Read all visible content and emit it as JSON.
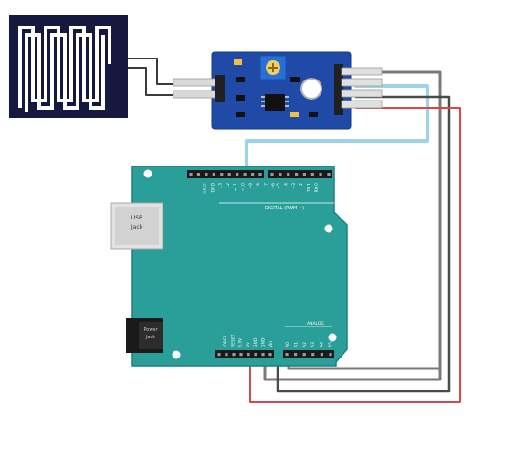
{
  "board": {
    "usb_label_1": "USB",
    "usb_label_2": "Jack",
    "power_label_1": "Power",
    "power_label_2": "Jack",
    "digital_header_text": "DIGITAL (PWM ~)",
    "analog_header_text": "ANALOG",
    "top_pin_labels": [
      "AREF",
      "GND",
      "13",
      "12",
      "~11",
      "~10",
      "~9",
      "8",
      "7",
      "~6",
      "~5",
      "4",
      "~3",
      "2",
      "TX 1",
      "RX 0"
    ],
    "power_pin_labels": [
      "IOREF",
      "RESET",
      "3.3V",
      "5V",
      "GND",
      "GND",
      "Vin"
    ],
    "analog_pin_labels": [
      "A0",
      "A1",
      "A2",
      "A3",
      "A4",
      "A5"
    ]
  },
  "colors": {
    "board": "#2a9e99",
    "board_edge": "#1f7f7b",
    "module": "#1f4aa8",
    "sensor_plate": "#15193f",
    "wire_blue": "#9ed3e6",
    "wire_gray": "#6e6e6e",
    "wire_dark": "#444444",
    "wire_red": "#d9474d"
  }
}
